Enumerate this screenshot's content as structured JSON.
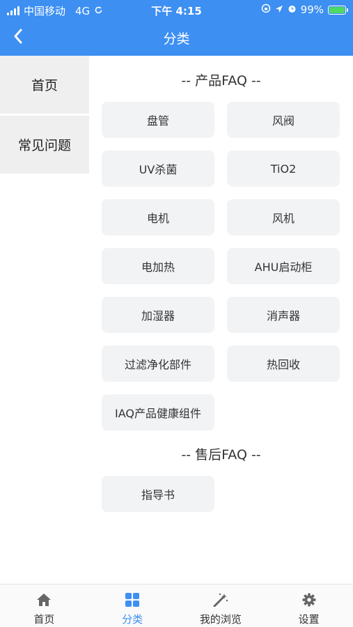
{
  "status": {
    "carrier": "中国移动",
    "network": "4G",
    "time": "下午 4:15",
    "battery_percent": 99,
    "battery_label": "99%"
  },
  "nav": {
    "title": "分类",
    "back_icon": "chevron-left-icon"
  },
  "sidebar": {
    "items": [
      {
        "label": "首页"
      },
      {
        "label": "常见问题"
      }
    ]
  },
  "sections": [
    {
      "title": "-- 产品FAQ --",
      "items": [
        "盘管",
        "风阀",
        "UV杀菌",
        "TiO2",
        "电机",
        "风机",
        "电加热",
        "AHU启动柜",
        "加湿器",
        "消声器",
        "过滤净化部件",
        "热回收",
        "IAQ产品健康组件"
      ]
    },
    {
      "title": "-- 售后FAQ --",
      "items": [
        "指导书"
      ]
    }
  ],
  "tabbar": {
    "tabs": [
      {
        "label": "首页",
        "icon": "home-icon",
        "active": false
      },
      {
        "label": "分类",
        "icon": "grid-icon",
        "active": true
      },
      {
        "label": "我的浏览",
        "icon": "magic-wand-icon",
        "active": false
      },
      {
        "label": "设置",
        "icon": "gear-icon",
        "active": false
      }
    ]
  },
  "colors": {
    "brand": "#3d8ff2",
    "item_bg": "#f2f3f5",
    "sidebar_bg": "#efefef"
  }
}
